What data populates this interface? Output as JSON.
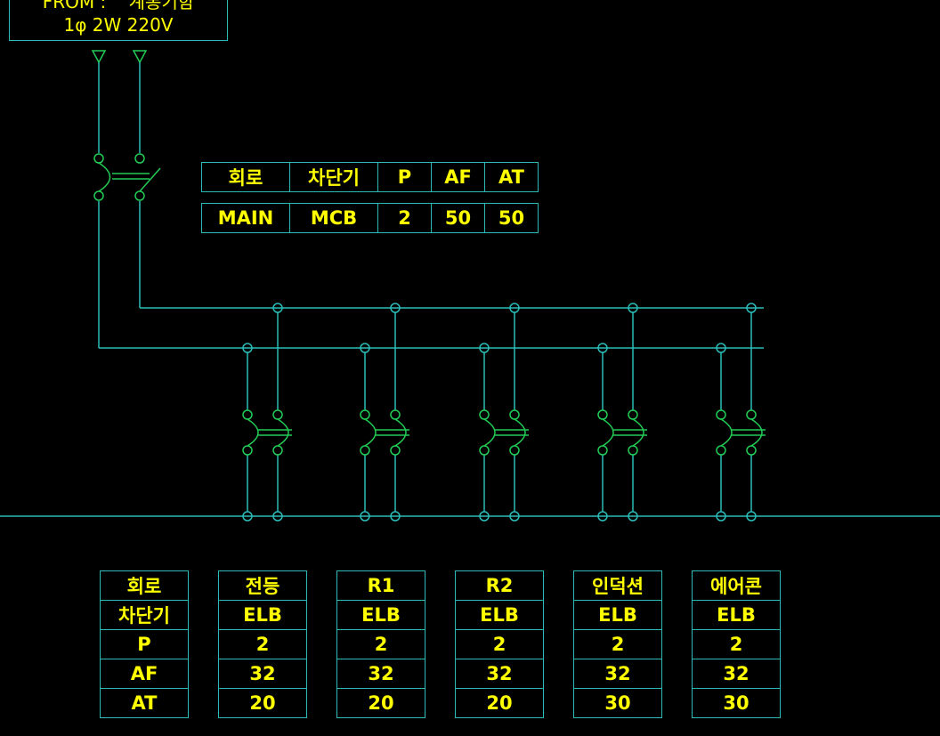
{
  "source": {
    "from_label": "FROM :",
    "from_name": "계통기함",
    "supply": "1φ 2W 220V"
  },
  "main_table": {
    "headers": [
      "회로",
      "차단기",
      "P",
      "AF",
      "AT"
    ],
    "values": [
      "MAIN",
      "MCB",
      "2",
      "50",
      "50"
    ]
  },
  "branch_table": {
    "row_labels": [
      "회로",
      "차단기",
      "P",
      "AF",
      "AT"
    ],
    "circuits": [
      {
        "name": "전등",
        "breaker": "ELB",
        "p": "2",
        "af": "32",
        "at": "20"
      },
      {
        "name": "R1",
        "breaker": "ELB",
        "p": "2",
        "af": "32",
        "at": "20"
      },
      {
        "name": "R2",
        "breaker": "ELB",
        "p": "2",
        "af": "32",
        "at": "20"
      },
      {
        "name": "인덕션",
        "breaker": "ELB",
        "p": "2",
        "af": "32",
        "at": "30"
      },
      {
        "name": "에어콘",
        "breaker": "ELB",
        "p": "2",
        "af": "32",
        "at": "30"
      }
    ]
  },
  "colors": {
    "line": "#2bbcb8",
    "breaker": "#22cc55",
    "text": "#ffff00",
    "background": "#000000"
  }
}
